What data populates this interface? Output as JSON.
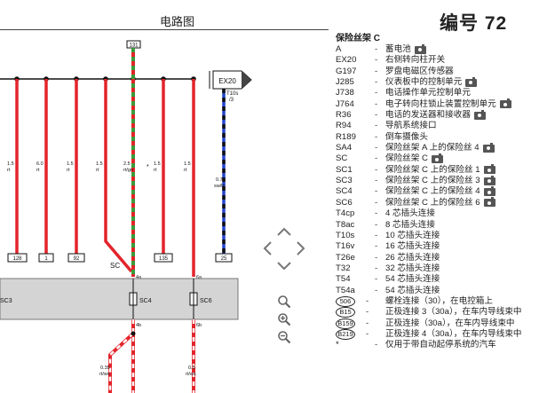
{
  "header": {
    "title": "电路图",
    "number": "编号 72"
  },
  "diagram": {
    "top_connector": "131",
    "ex20_label": "EX20",
    "t10s_label": "T10s",
    "t10s_pin": "/3",
    "wires": [
      {
        "id": "w1",
        "size": "1.5",
        "color": "rt"
      },
      {
        "id": "w2",
        "size": "6.0",
        "color": "rt"
      },
      {
        "id": "w3",
        "size": "1.5",
        "color": "rt"
      },
      {
        "id": "w4",
        "size": "1.5",
        "color": "rt"
      },
      {
        "id": "w5",
        "size": "2.5",
        "color": "rt/gn"
      },
      {
        "id": "w6",
        "size": "1.5",
        "color": "rt"
      },
      {
        "id": "w7",
        "size": "1.5",
        "color": "rt"
      },
      {
        "id": "w8",
        "size": "0.75",
        "color": "sw/bl"
      }
    ],
    "star": "*",
    "box_labels": [
      "128",
      "1",
      "92",
      "135",
      "25"
    ],
    "sc_label": "SC",
    "pin_4a": "4a",
    "pin_6a": "6a",
    "pin_4b": "4b",
    "pin_6b": "6b",
    "sc3_label": "SC3",
    "sc4_label": "SC4",
    "sc6_label": "SC6",
    "bottom_wires": [
      {
        "id": "b1",
        "size": "0.35",
        "color": "rt/ws"
      },
      {
        "id": "b2",
        "size": "0.5",
        "color": "rt/ws"
      }
    ],
    "colors": {
      "red": "#e3242b",
      "green": "#3a9a3a",
      "blue": "#2244cc",
      "black": "#111111",
      "panel": "#d4d4d4"
    }
  },
  "nav": {
    "up": "up-arrow",
    "down": "down-arrow",
    "left": "left-arrow",
    "right": "right-arrow",
    "zoom_fit": "magnifier",
    "zoom_in": "zoom-in",
    "zoom_out": "zoom-out"
  },
  "legend": {
    "title": "保险丝架 C",
    "items": [
      {
        "code": "A",
        "desc": "蓄电池",
        "camera": true
      },
      {
        "code": "EX20",
        "desc": "右侧转向柱开关",
        "camera": false
      },
      {
        "code": "G197",
        "desc": "罗盘电磁区传感器",
        "camera": false
      },
      {
        "code": "J285",
        "desc": "仪表板中的控制单元",
        "camera": true
      },
      {
        "code": "J738",
        "desc": "电话操作单元控制单元",
        "camera": false
      },
      {
        "code": "J764",
        "desc": "电子转向柱锁止装置控制单元",
        "camera": true
      },
      {
        "code": "R36",
        "desc": "电话的发送器和接收器",
        "camera": true
      },
      {
        "code": "R94",
        "desc": "导航系统接口",
        "camera": false
      },
      {
        "code": "R189",
        "desc": "倒车摄像头",
        "camera": false
      },
      {
        "code": "SA4",
        "desc": "保险丝架 A 上的保险丝 4",
        "camera": true
      },
      {
        "code": "SC",
        "desc": "保险丝架 C",
        "camera": true
      },
      {
        "code": "SC1",
        "desc": "保险丝架 C 上的保险丝 1",
        "camera": true
      },
      {
        "code": "SC3",
        "desc": "保险丝架 C 上的保险丝 3",
        "camera": true
      },
      {
        "code": "SC4",
        "desc": "保险丝架 C 上的保险丝 4",
        "camera": true
      },
      {
        "code": "SC6",
        "desc": "保险丝架 C 上的保险丝 6",
        "camera": true
      },
      {
        "code": "T4cp",
        "desc": "4 芯插头连接",
        "camera": false
      },
      {
        "code": "T8ac",
        "desc": "8 芯插头连接",
        "camera": false
      },
      {
        "code": "T10s",
        "desc": "10 芯插头连接",
        "camera": false
      },
      {
        "code": "T16v",
        "desc": "16 芯插头连接",
        "camera": false
      },
      {
        "code": "T26e",
        "desc": "26 芯插头连接",
        "camera": false
      },
      {
        "code": "T32",
        "desc": "32 芯插头连接",
        "camera": false
      },
      {
        "code": "T54",
        "desc": "54 芯插头连接",
        "camera": false
      },
      {
        "code": "T54a",
        "desc": "54 芯插头连接",
        "camera": false
      },
      {
        "code": "506",
        "desc": "螺栓连接（30），在电控箱上",
        "camera": false,
        "circle": true
      },
      {
        "code": "B15",
        "desc": "正极连接 3（30a），在车内导线束中",
        "camera": false,
        "circle": true
      },
      {
        "code": "B159",
        "desc": "正极连接（30a），在车内导线束中",
        "camera": false,
        "circle": true
      },
      {
        "code": "B219",
        "desc": "正极连接 4（30a），在车内导线束中",
        "camera": false,
        "circle": true
      },
      {
        "code": "*",
        "desc": "仅用于带自动起停系统的汽车",
        "camera": false
      }
    ]
  }
}
